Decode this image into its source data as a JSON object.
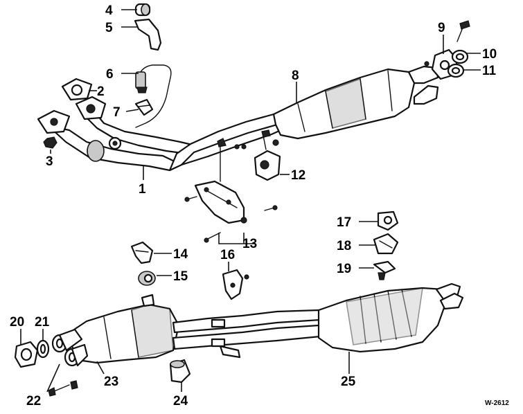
{
  "callouts": [
    "1",
    "2",
    "3",
    "4",
    "5",
    "6",
    "7",
    "8",
    "9",
    "10",
    "11",
    "12",
    "13",
    "14",
    "15",
    "16",
    "17",
    "18",
    "19",
    "20",
    "21",
    "22",
    "23",
    "24",
    "25"
  ],
  "figure_code": "W-2612",
  "colors": {
    "ink": "#111111",
    "paper": "#ffffff",
    "shade": "#c9c9c9"
  }
}
